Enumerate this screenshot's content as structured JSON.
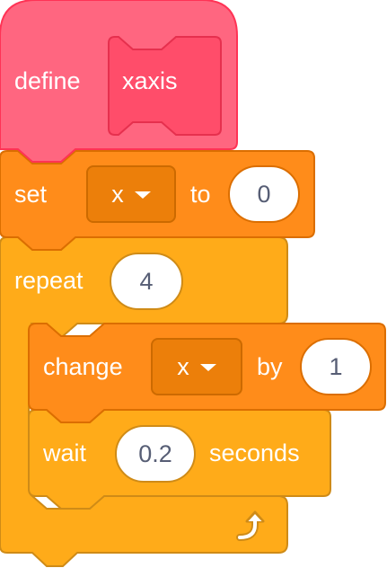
{
  "script": {
    "define_block": {
      "keyword": "define",
      "name": "xaxis"
    },
    "set_block": {
      "keyword": "set",
      "variable": "x",
      "to_label": "to",
      "value": "0"
    },
    "repeat_block": {
      "keyword": "repeat",
      "count": "4",
      "body": {
        "change_block": {
          "keyword": "change",
          "variable": "x",
          "by_label": "by",
          "value": "1"
        },
        "wait_block": {
          "keyword": "wait",
          "value": "0.2",
          "unit_label": "seconds"
        }
      },
      "loop_icon": "loop-arrow-icon"
    }
  },
  "colors": {
    "my_blocks_pink": "#ff6680",
    "my_blocks_arg": "#ff4d6a",
    "variables_orange": "#ff8c1a",
    "control_yellow": "#ffab19",
    "value_text": "#575e75"
  }
}
